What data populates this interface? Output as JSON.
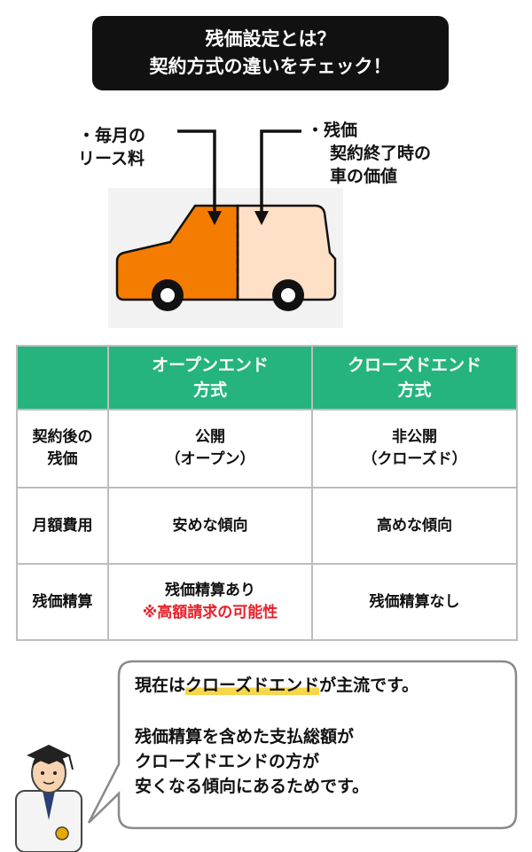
{
  "title": {
    "line1": "残価設定とは？",
    "line2": "契約方式の違いをチェック！"
  },
  "diagram": {
    "monthly_label_line1": "・毎月の",
    "monthly_label_line2": "リース料",
    "residual_label_line1": "・残価",
    "residual_label_line2": "契約終了時の",
    "residual_label_line3": "車の価値",
    "colors": {
      "monthly": "#f47c00",
      "residual": "#fde0c6",
      "car_bg": "#f2f2f2"
    }
  },
  "table": {
    "header": {
      "open_line1": "オープンエンド",
      "open_line2": "方式",
      "closed_line1": "クローズドエンド",
      "closed_line2": "方式"
    },
    "rows": [
      {
        "label_line1": "契約後の",
        "label_line2": "残価",
        "open_line1": "公開",
        "open_line2": "（オープン）",
        "closed_line1": "非公開",
        "closed_line2": "（クローズド）"
      },
      {
        "label": "月額費用",
        "open": "安めな傾向",
        "closed": "高めな傾向"
      },
      {
        "label": "残価精算",
        "open_line1": "残価精算あり",
        "open_note": "※高額請求の可能性",
        "closed": "残価精算なし"
      }
    ],
    "colors": {
      "header": "#25b47e",
      "note": "#e8202a"
    }
  },
  "bubble": {
    "line1_pre": "現在は",
    "line1_hl": "クローズドエンド",
    "line1_post": "が主流です。",
    "line2": "残価精算を含めた支払総額が",
    "line3": "クローズドエンドの方が",
    "line4": "安くなる傾向にあるためです。",
    "colors": {
      "highlight": "#f6d64a"
    }
  }
}
